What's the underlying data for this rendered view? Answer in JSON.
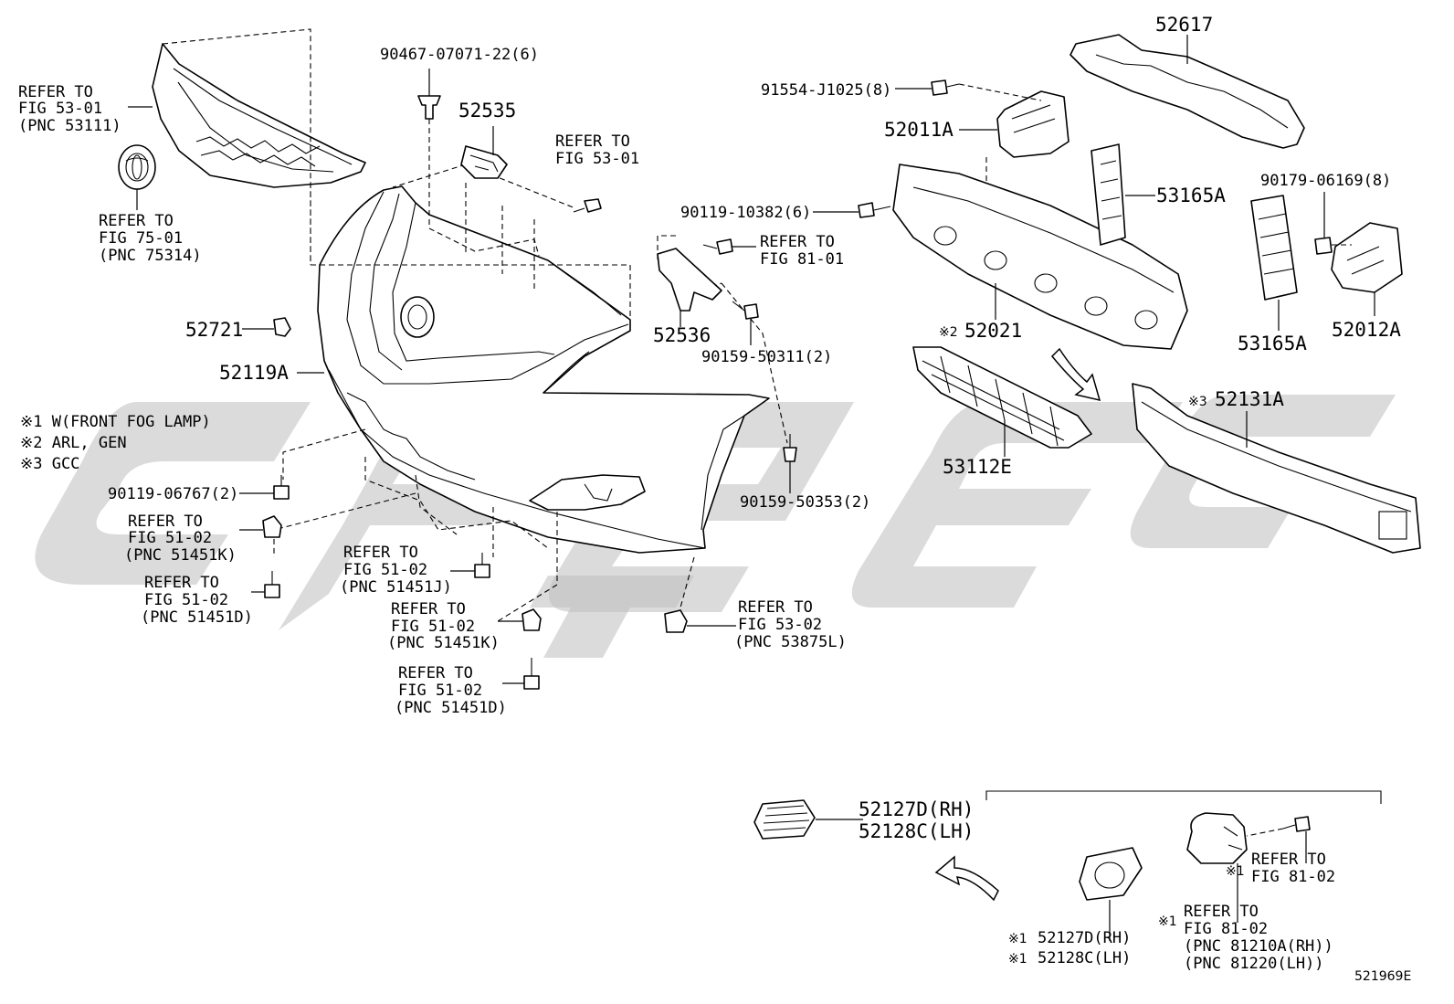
{
  "diagram_id": "521969E",
  "notes": [
    "※1 W(FRONT FOG LAMP)",
    "※2 ARL, GEN",
    "※3 GCC"
  ],
  "labels": {
    "refer_5301_grille": [
      "REFER TO",
      "FIG 53-01",
      "(PNC 53111)"
    ],
    "refer_7501": [
      "REFER TO",
      "FIG 75-01",
      "(PNC 75314)"
    ],
    "p90467": "90467-07071-22(6)",
    "p52535": "52535",
    "refer_5301_b": [
      "REFER TO",
      "FIG 53-01"
    ],
    "p52721": "52721",
    "p52119A": "52119A",
    "p90119_06767": "90119-06767(2)",
    "refer_5102_k1": [
      "REFER TO",
      "FIG 51-02",
      "(PNC 51451K)"
    ],
    "refer_5102_d1": [
      "REFER TO",
      "FIG 51-02",
      "(PNC 51451D)"
    ],
    "refer_5102_j": [
      "REFER TO",
      "FIG 51-02",
      "(PNC 51451J)"
    ],
    "refer_5102_k2": [
      "REFER TO",
      "FIG 51-02",
      "(PNC 51451K)"
    ],
    "refer_5102_d2": [
      "REFER TO",
      "FIG 51-02",
      "(PNC 51451D)"
    ],
    "refer_5302": [
      "REFER TO",
      "FIG 53-02",
      "(PNC 53875L)"
    ],
    "p90119_10382": "90119-10382(6)",
    "refer_8101": [
      "REFER TO",
      "FIG 81-01"
    ],
    "p52536": "52536",
    "p90159_50311": "90159-50311(2)",
    "p90159_50353": "90159-50353(2)",
    "p91554": "91554-J1025(8)",
    "p52617": "52617",
    "p52011A": "52011A",
    "p53165A_top": "53165A",
    "p90179": "90179-06169(8)",
    "mark2": "※2",
    "p52021": "52021",
    "p53165A_bottom": "53165A",
    "p52012A": "52012A",
    "mark3": "※3",
    "p52131A": "52131A",
    "p53112E": "53112E",
    "p52127D_top": "52127D(RH)",
    "p52128C_top": "52128C(LH)",
    "mark1": "※1",
    "refer_8102_bolt": [
      "REFER TO",
      "FIG 81-02"
    ],
    "refer_8102_lamp": [
      "REFER TO",
      "FIG 81-02",
      "(PNC 81210A(RH))",
      "(PNC 81220(LH))"
    ],
    "p52127D_bottom": "52127D(RH)",
    "p52128C_bottom": "52128C(LH)"
  }
}
